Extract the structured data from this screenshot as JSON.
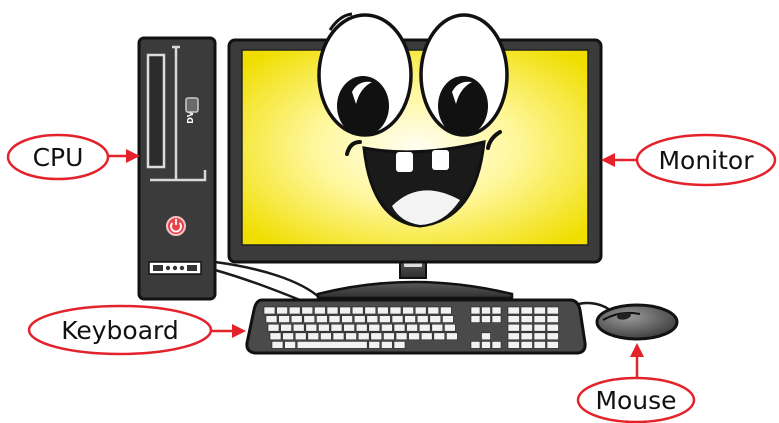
{
  "labels": {
    "cpu": "CPU",
    "monitor": "Monitor",
    "keyboard": "Keyboard",
    "mouse": "Mouse"
  },
  "drive": {
    "dvd_logo": "DVD"
  },
  "colors": {
    "label_outline": "#e3222b",
    "arrow": "#e3222b",
    "screen_center": "#fffef0",
    "screen_edge": "#f2e100",
    "device_body": "#3b3b3b",
    "device_outline": "#111111",
    "power_button": "#e8454b"
  }
}
